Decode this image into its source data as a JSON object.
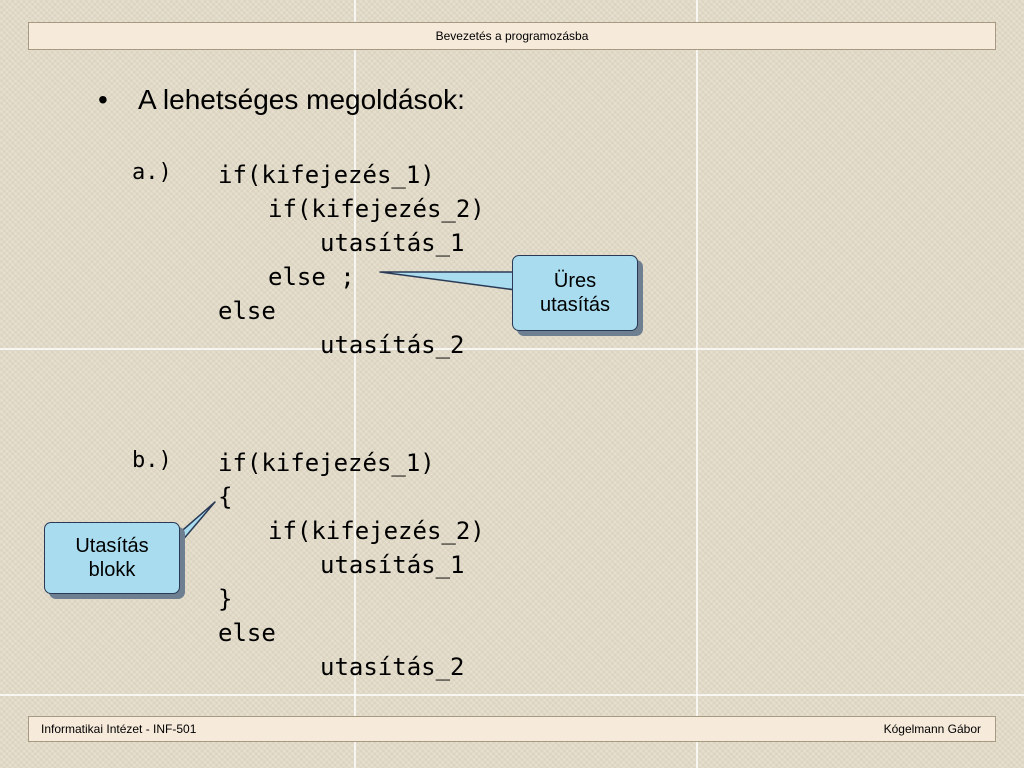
{
  "header": {
    "title": "Bevezetés a programozásba"
  },
  "main": {
    "bullet": "A lehetséges megoldások:",
    "option_a": {
      "label": "a.)",
      "lines": [
        "if(kifejezés_1)",
        "if(kifejezés_2)",
        "utasítás_1",
        "else ;",
        "else",
        "utasítás_2"
      ]
    },
    "option_b": {
      "label": "b.)",
      "lines": [
        "if(kifejezés_1)",
        "{",
        "if(kifejezés_2)",
        "utasítás_1",
        "}",
        "else",
        "utasítás_2"
      ]
    },
    "callout_empty": {
      "line1": "Üres",
      "line2": "utasítás"
    },
    "callout_block": {
      "line1": "Utasítás",
      "line2": "blokk"
    }
  },
  "footer": {
    "left": "Informatikai Intézet  -  INF-501",
    "right": "Kógelmann Gábor"
  },
  "colors": {
    "background": "#e4dcc9",
    "bar": "#f6eadb",
    "callout": "#a8dcee",
    "callout_border": "#2a3a56"
  }
}
